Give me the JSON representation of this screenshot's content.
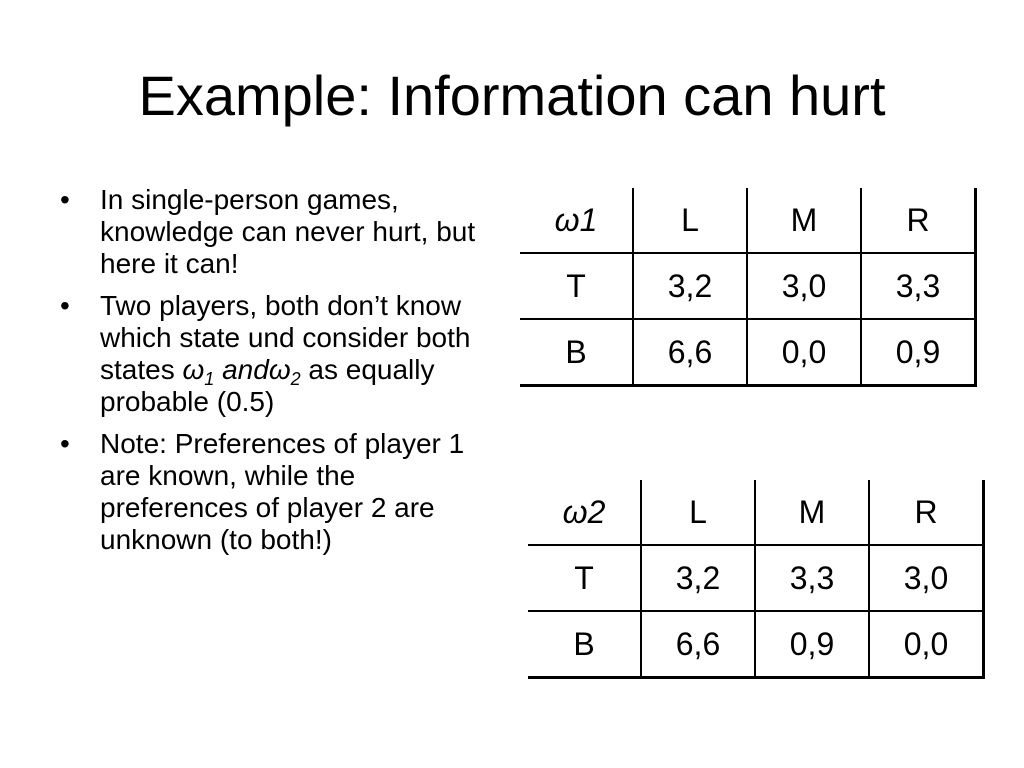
{
  "title": "Example: Information can hurt",
  "bullets": {
    "symbol": "•",
    "b1": "In single-person games, knowledge can never hurt, but here it can!",
    "b2_part1": "Two players, both don’t know which state und consider both states ",
    "b2_omega": "ω",
    "b2_sub1": "1",
    "b2_and": " and",
    "b2_sub2": "2",
    "b2_part2": " as equally probable (0.5)",
    "b3": "Note: Preferences of player 1 are known, while the preferences of player 2 are unknown (to both!)"
  },
  "table1": {
    "header": [
      "ω1",
      "L",
      "M",
      "R"
    ],
    "rows": [
      [
        "T",
        "3,2",
        "3,0",
        "3,3"
      ],
      [
        "B",
        "6,6",
        "0,0",
        "0,9"
      ]
    ]
  },
  "table2": {
    "header": [
      "ω2",
      "L",
      "M",
      "R"
    ],
    "rows": [
      [
        "T",
        "3,2",
        "3,3",
        "3,0"
      ],
      [
        "B",
        "6,6",
        "0,9",
        "0,0"
      ]
    ]
  }
}
